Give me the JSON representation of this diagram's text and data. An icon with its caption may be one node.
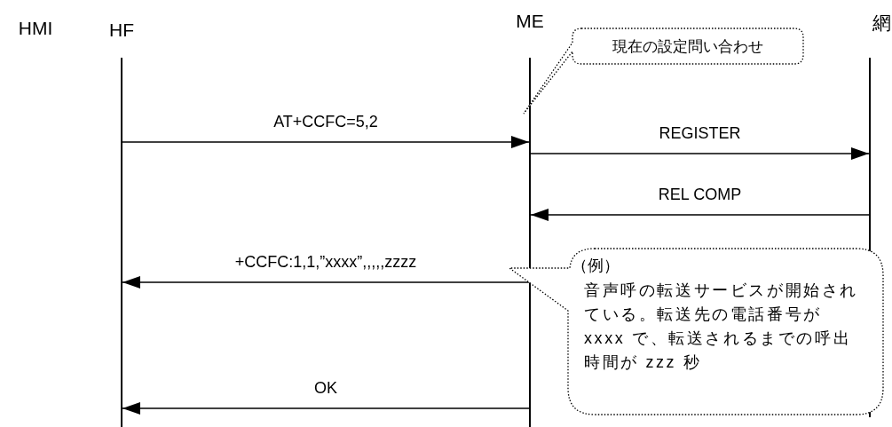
{
  "diagram": {
    "nodes": [
      {
        "text": [
          "HMI"
        ]
      },
      {
        "text": [
          "HF"
        ]
      },
      {
        "text": [
          "ME"
        ]
      },
      {
        "text": [
          "網"
        ]
      },
      {
        "text": [
          "現在の設定問い合わせ"
        ]
      },
      {
        "text": [
          "（例）",
          "音声呼の転送サービスが開始されている。転送先の電話番号がxxxx で、転送されるまでの呼出時間が zzz 秒"
        ]
      }
    ],
    "edges": [
      {
        "from": 1,
        "to": 2,
        "arrow": "to",
        "label": "AT+CCFC=5,2"
      },
      {
        "from": 2,
        "to": 3,
        "arrow": "to",
        "label": "REGISTER"
      },
      {
        "from": 3,
        "to": 2,
        "arrow": "to",
        "label": "REL COMP"
      },
      {
        "from": 2,
        "to": 1,
        "arrow": "to",
        "label": "+CCFC:1,1,”xxxx”,,,,,zzzz"
      },
      {
        "from": 2,
        "to": 1,
        "arrow": "to",
        "label": "OK"
      }
    ]
  }
}
